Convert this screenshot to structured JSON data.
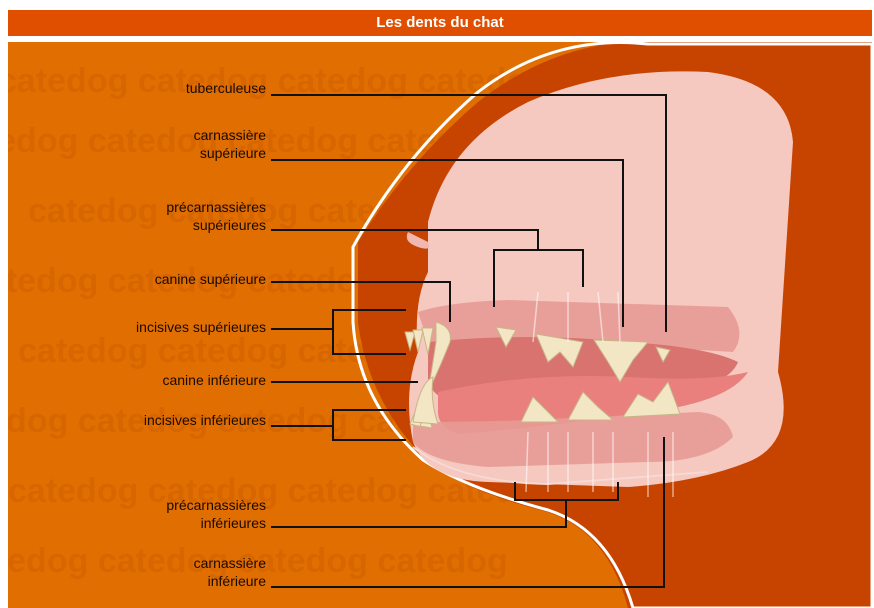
{
  "title": "Les dents du chat",
  "watermark": "catedog",
  "labels": {
    "tuberculeuse": "tuberculeuse",
    "carnassiere_sup_1": "carnassière",
    "carnassiere_sup_2": "supérieure",
    "precarnassieres_sup_1": "précarnassières",
    "precarnassieres_sup_2": "supérieures",
    "canine_sup": "canine supérieure",
    "incisives_sup": "incisives supérieures",
    "canine_inf": "canine inférieure",
    "incisives_inf": "incisives inférieures",
    "precarnassieres_inf_1": "précarnassières",
    "precarnassieres_inf_2": "inférieures",
    "carnassiere_inf_1": "carnassière",
    "carnassiere_inf_2": "inférieure"
  },
  "colors": {
    "header": "#e04e00",
    "background": "#e06e00",
    "dark_band": "#c64400",
    "skin": "#f5c8c0",
    "gum": "#e89a95",
    "tooth": "#f2e6c4",
    "line": "#111111"
  }
}
